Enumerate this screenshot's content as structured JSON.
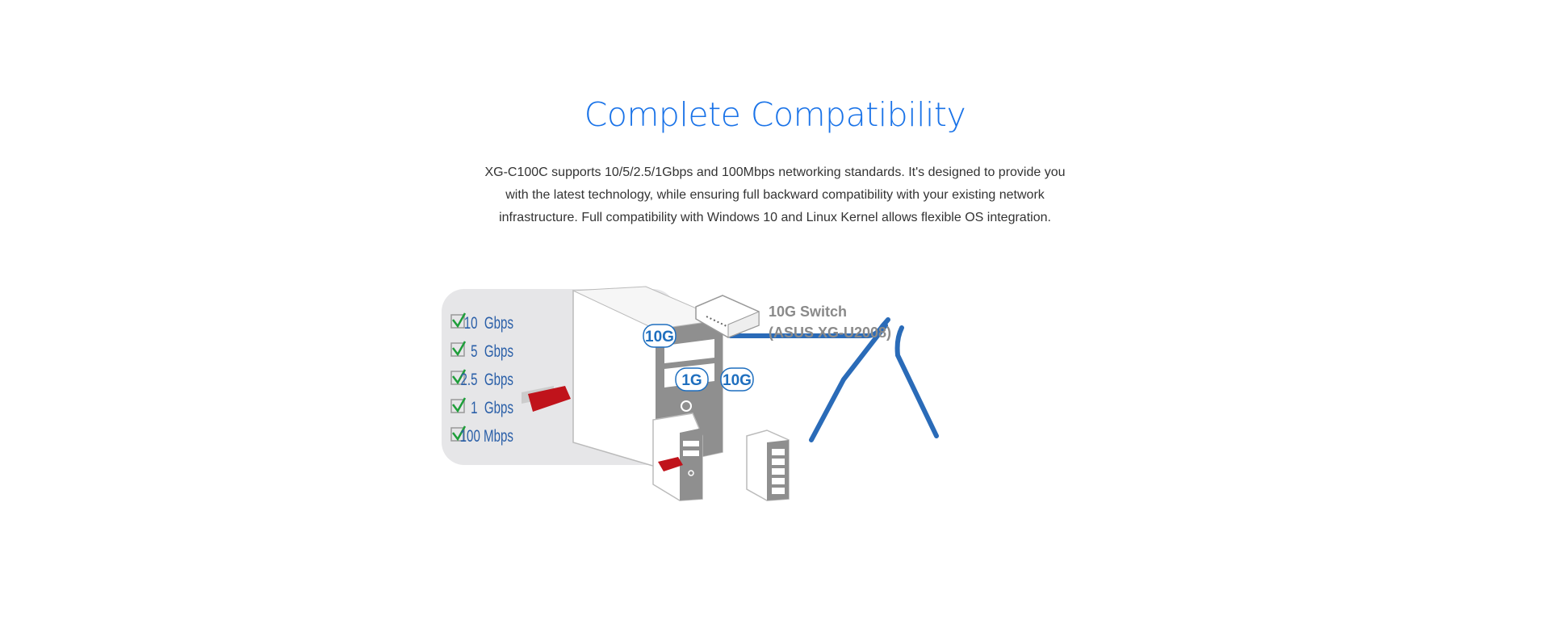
{
  "section": {
    "title": "Complete Compatibility",
    "description_lines": [
      "XG-C100C supports 10/5/2.5/1Gbps and 100Mbps networking standards. It's designed to provide you",
      "with the latest technology, while ensuring full backward compatibility with your existing network",
      "infrastructure. Full compatibility with Windows 10 and Linux Kernel allows flexible OS integration."
    ]
  },
  "diagram": {
    "speeds": [
      "10  Gbps",
      "5  Gbps",
      "2.5  Gbps",
      "1  Gbps",
      "100 Mbps"
    ],
    "links": [
      "10G",
      "1G",
      "10G"
    ],
    "switch_label": "10G Switch",
    "switch_model": "(ASUS XG-U2008)",
    "colors": {
      "cable": "#2a6bb8",
      "check": "#1e9e3a",
      "card": "#c0131b",
      "title": "#1a73e8"
    }
  }
}
